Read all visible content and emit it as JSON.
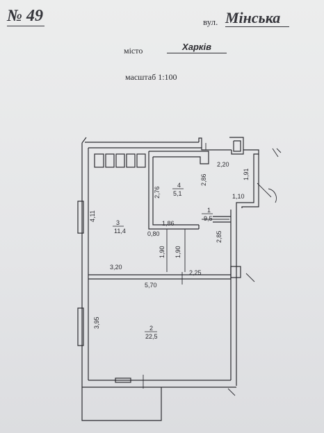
{
  "header": {
    "number": "№ 49",
    "street_label": "вул.",
    "street": "Мінська",
    "city_label": "місто",
    "city": "Харків",
    "scale": "масштаб 1:100"
  },
  "rooms": [
    {
      "number": "1",
      "area": "9,5"
    },
    {
      "number": "2",
      "area": "22,5"
    },
    {
      "number": "3",
      "area": "11,4"
    },
    {
      "number": "4",
      "area": "5,1"
    }
  ],
  "dimensions": {
    "d_2_20": "2,20",
    "d_1_91": "1,91",
    "d_1_10": "1,10",
    "d_2_76": "2,76",
    "d_2_86": "2,86",
    "d_4_11": "4,11",
    "d_1_86": "1,86",
    "d_0_80": "0,80",
    "d_1_90_a": "1,90",
    "d_1_90_b": "1,90",
    "d_2_85": "2,85",
    "d_3_20": "3,20",
    "d_2_25": "2,25",
    "d_5_70": "5,70",
    "d_3_95": "3,95"
  },
  "colors": {
    "ink": "#2b2b30",
    "paper": "#e6e7e9",
    "wall_fill": "#eef0f1"
  }
}
